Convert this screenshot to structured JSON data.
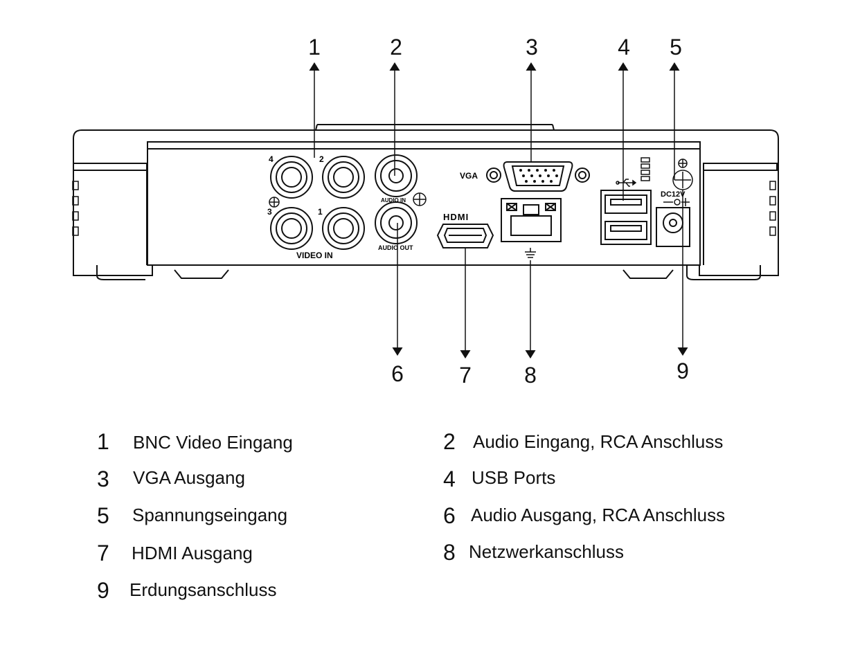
{
  "panel_labels": {
    "video_in": "VIDEO IN",
    "audio_in": "AUDIO IN",
    "audio_out": "AUDIO OUT",
    "vga": "VGA",
    "hdmi": "HDMI",
    "dc": "DC12V",
    "bnc_4": "4",
    "bnc_2": "2",
    "bnc_3": "3",
    "bnc_1": "1"
  },
  "callouts": {
    "c1": "1",
    "c2": "2",
    "c3": "3",
    "c4": "4",
    "c5": "5",
    "c6": "6",
    "c7": "7",
    "c8": "8",
    "c9": "9"
  },
  "legend": [
    {
      "num": "1",
      "text": "BNC Video Eingang"
    },
    {
      "num": "2",
      "text": "Audio Eingang, RCA Anschluss"
    },
    {
      "num": "3",
      "text": "VGA Ausgang"
    },
    {
      "num": "4",
      "text": "USB Ports"
    },
    {
      "num": "5",
      "text": "Spannungseingang"
    },
    {
      "num": "6",
      "text": "Audio Ausgang, RCA Anschluss"
    },
    {
      "num": "7",
      "text": "HDMI Ausgang"
    },
    {
      "num": "8",
      "text": "Netzwerkanschluss"
    },
    {
      "num": "9",
      "text": "Erdungsanschluss"
    }
  ]
}
